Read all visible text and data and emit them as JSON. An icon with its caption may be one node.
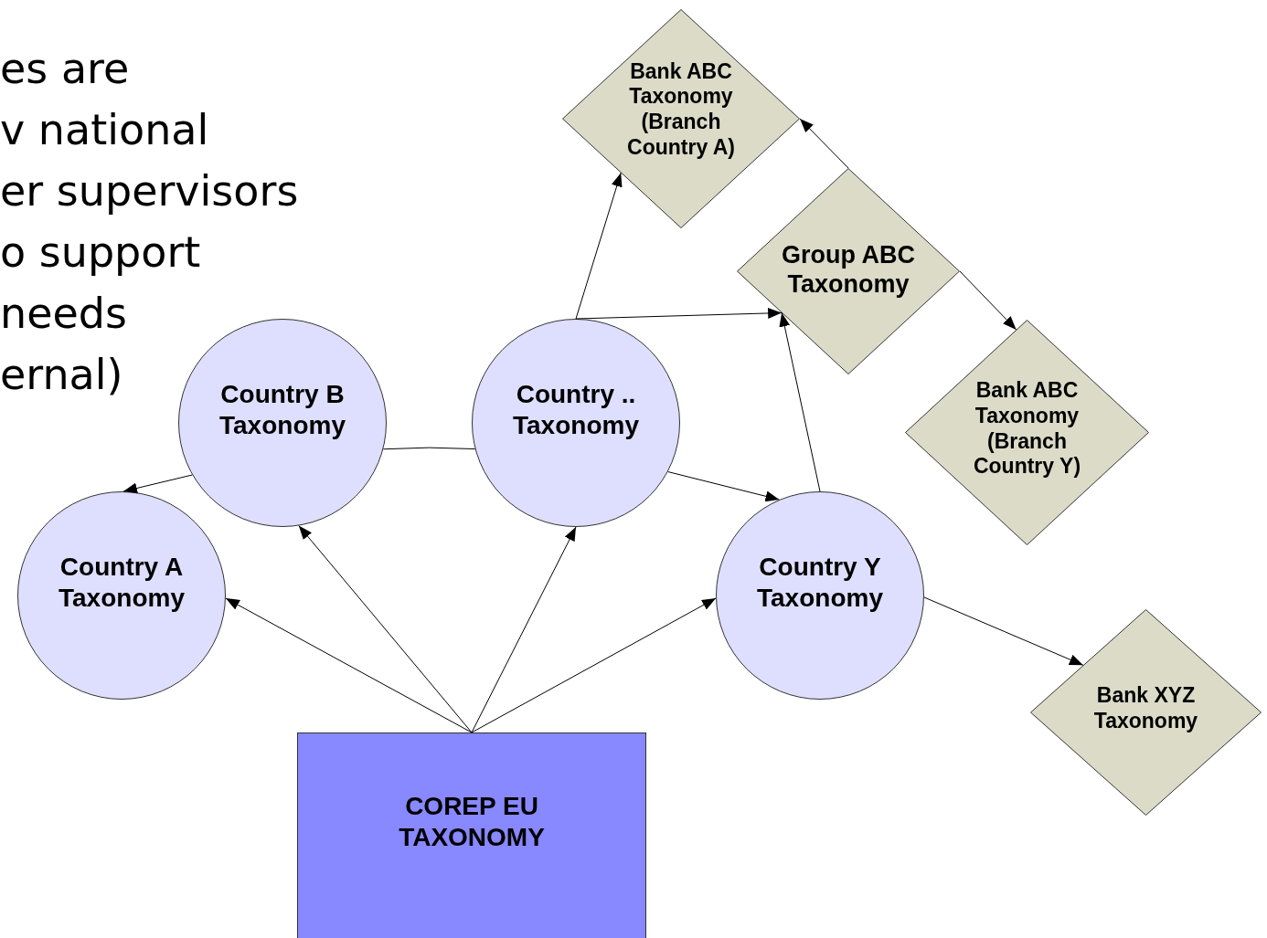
{
  "diagram": {
    "nodes": [
      {
        "text": [
          "Bank ABC Taxonomy (Branch Country A)"
        ]
      },
      {
        "text": [
          "Group ABC Taxonomy"
        ]
      },
      {
        "text": [
          "Bank ABC Taxonomy (Branch Country Y)"
        ]
      },
      {
        "text": [
          "Country B Taxonomy"
        ]
      },
      {
        "text": [
          "Country .. Taxonomy"
        ]
      },
      {
        "text": [
          "Country A Taxonomy"
        ]
      },
      {
        "text": [
          "Country Y Taxonomy"
        ]
      },
      {
        "text": [
          "Bank XYZ Taxonomy"
        ]
      },
      {
        "text": [
          "COREP EU TAXONOMY"
        ]
      }
    ],
    "edges": [
      {
        "from": 8,
        "to": 5,
        "arrow": "to"
      },
      {
        "from": 8,
        "to": 3,
        "arrow": "to"
      },
      {
        "from": 8,
        "to": 4,
        "arrow": "to"
      },
      {
        "from": 8,
        "to": 6,
        "arrow": "to"
      },
      {
        "from": 3,
        "to": 5,
        "arrow": "to"
      },
      {
        "from": 3,
        "to": 4,
        "arrow": "none"
      },
      {
        "from": 4,
        "to": 0,
        "arrow": "to"
      },
      {
        "from": 4,
        "to": 1,
        "arrow": "to"
      },
      {
        "from": 4,
        "to": 6,
        "arrow": "to"
      },
      {
        "from": 6,
        "to": 1,
        "arrow": "to"
      },
      {
        "from": 1,
        "to": 0,
        "arrow": "to"
      },
      {
        "from": 1,
        "to": 2,
        "arrow": "to"
      },
      {
        "from": 6,
        "to": 7,
        "arrow": "to"
      }
    ],
    "labels": [
      "es are",
      "v national",
      "er supervisors",
      "o support",
      "needs",
      "ernal)"
    ]
  }
}
